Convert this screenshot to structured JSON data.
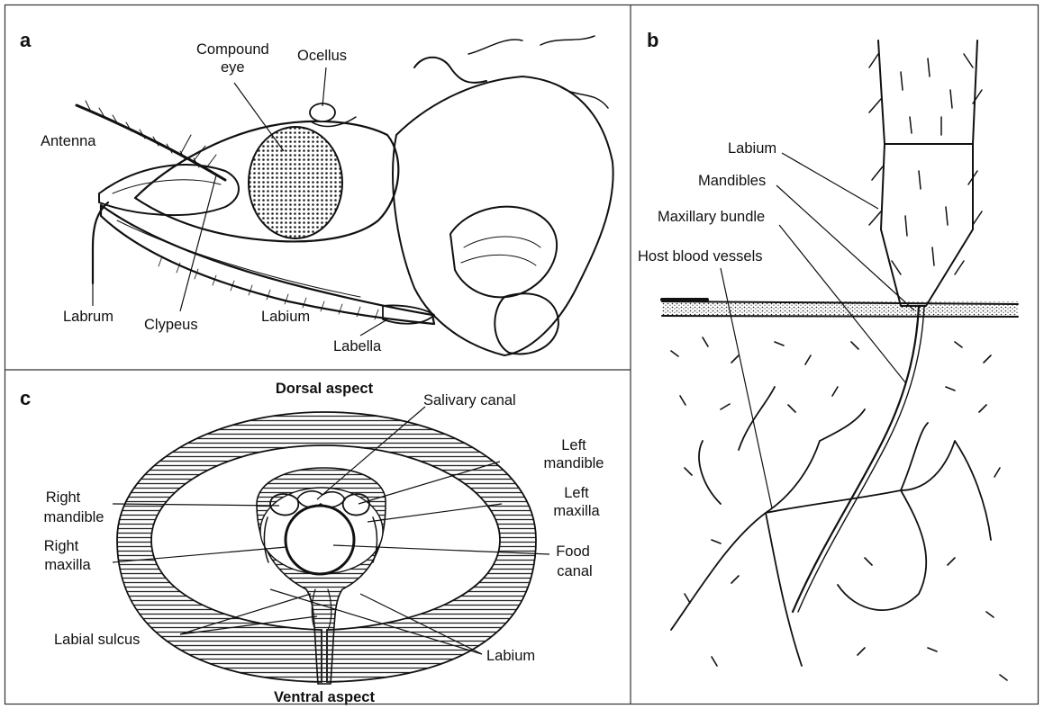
{
  "panels": {
    "a": {
      "letter": "a",
      "labels": {
        "compound_eye_1": "Compound",
        "compound_eye_2": "eye",
        "ocellus": "Ocellus",
        "antenna": "Antenna",
        "labrum": "Labrum",
        "clypeus": "Clypeus",
        "labium": "Labium",
        "labella": "Labella"
      }
    },
    "b": {
      "letter": "b",
      "labels": {
        "labium": "Labium",
        "mandibles": "Mandibles",
        "maxillary_bundle": "Maxillary bundle",
        "host_blood_vessels": "Host blood vessels"
      }
    },
    "c": {
      "letter": "c",
      "dorsal": "Dorsal aspect",
      "ventral": "Ventral aspect",
      "labels": {
        "salivary_canal": "Salivary canal",
        "left_mandible_1": "Left",
        "left_mandible_2": "mandible",
        "left_maxilla_1": "Left",
        "left_maxilla_2": "maxilla",
        "right_mandible_1": "Right",
        "right_mandible_2": "mandible",
        "right_maxilla_1": "Right",
        "right_maxilla_2": "maxilla",
        "food_canal_1": "Food",
        "food_canal_2": "canal",
        "labial_sulcus": "Labial sulcus",
        "labium": "Labium"
      }
    }
  }
}
